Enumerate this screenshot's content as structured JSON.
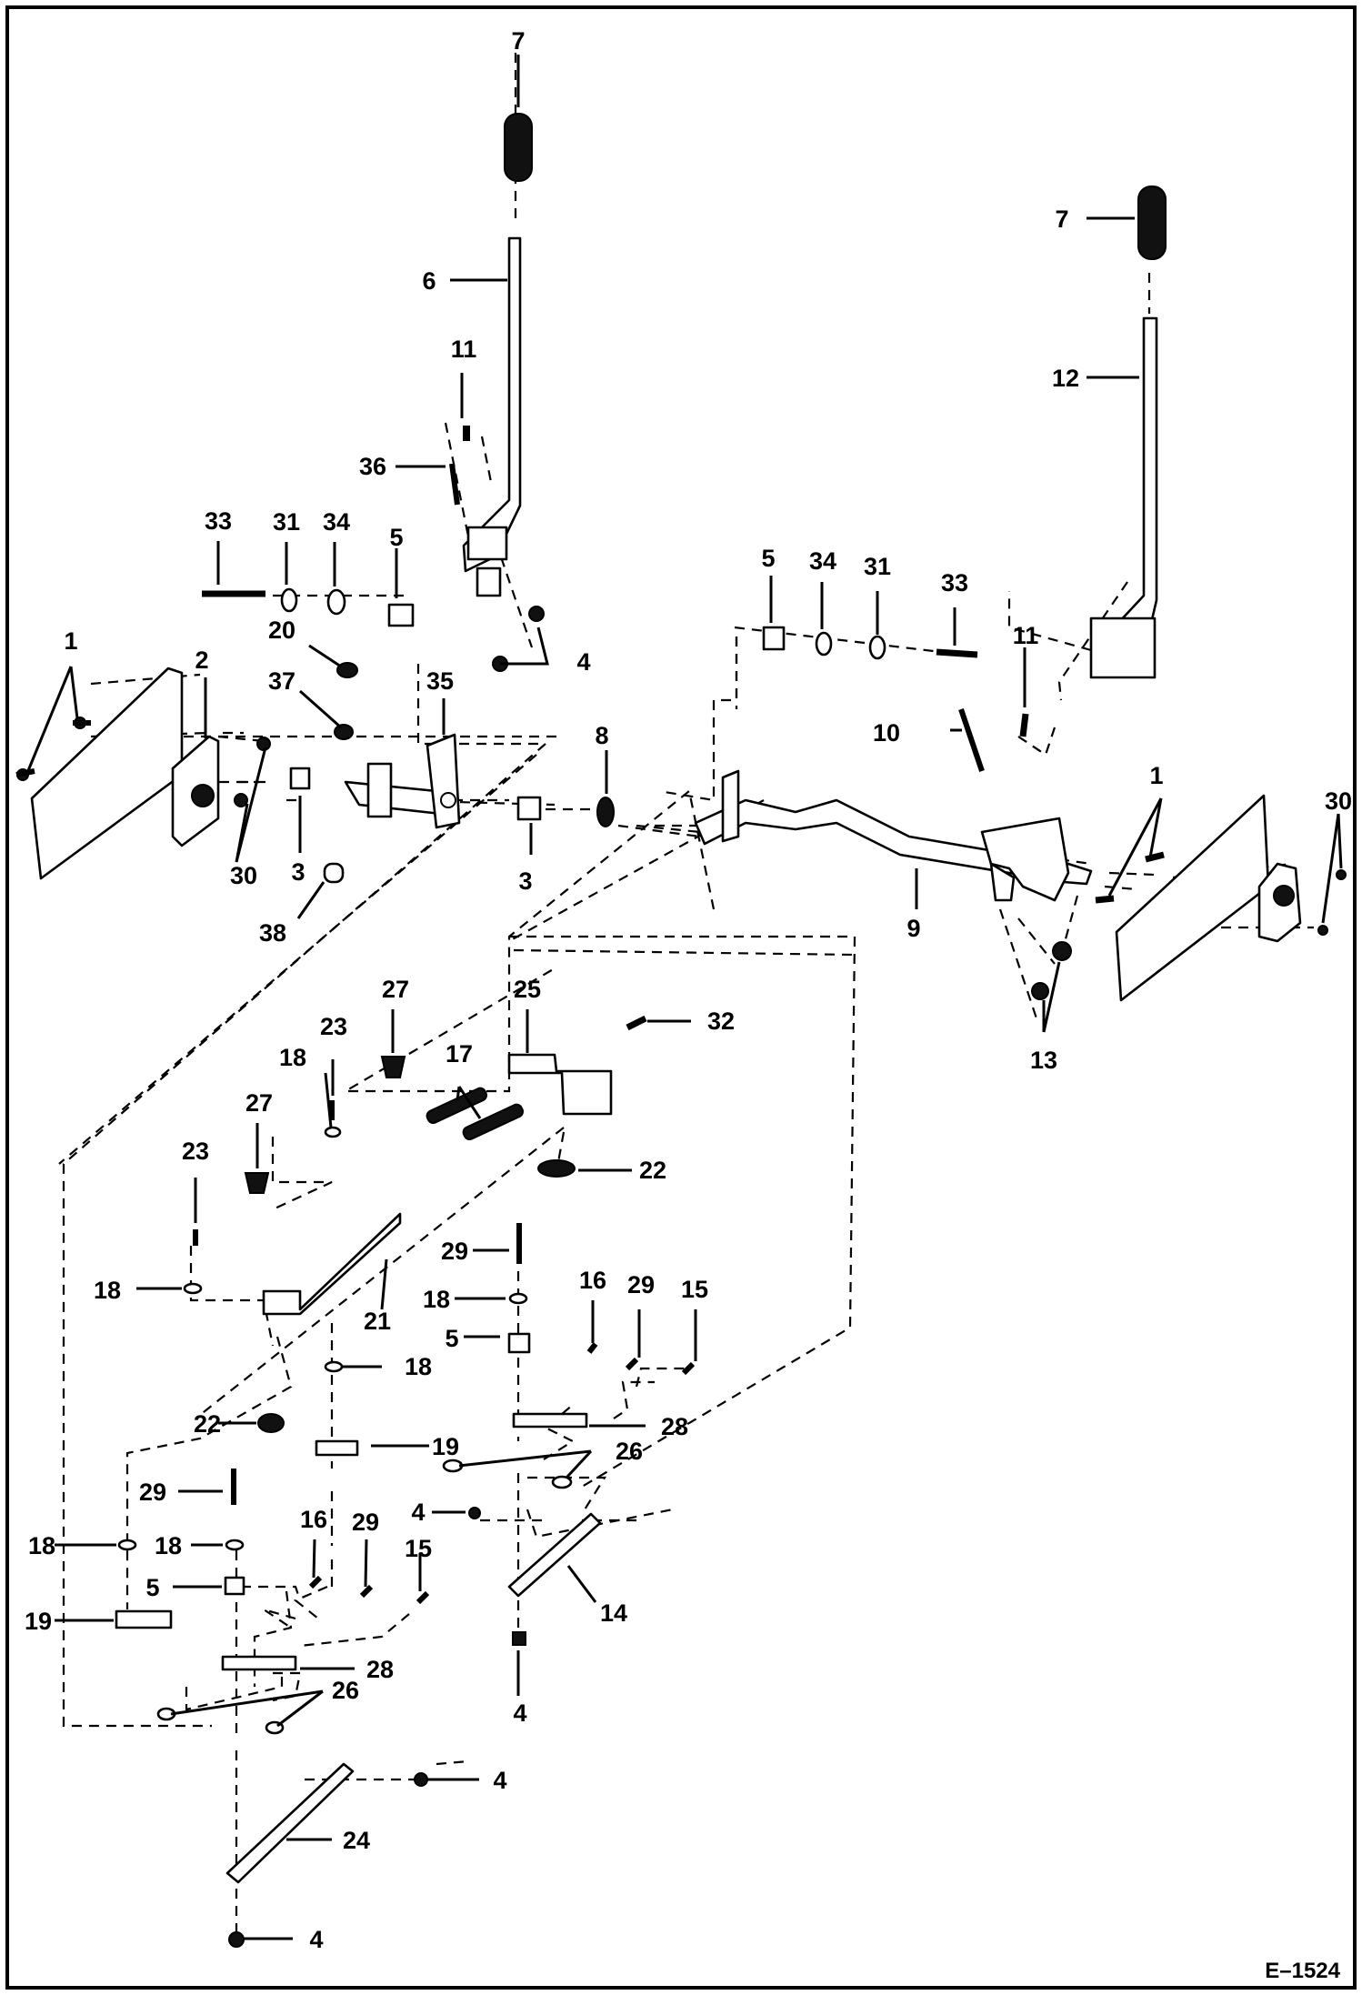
{
  "figure_id": "E–1524",
  "callouts": {
    "c7a": "7",
    "c7b": "7",
    "c6": "6",
    "c12": "12",
    "c11a": "11",
    "c11b": "11",
    "c36": "36",
    "c33a": "33",
    "c31a": "31",
    "c34a": "34",
    "c5a": "5",
    "c5b": "5",
    "c34b": "34",
    "c31b": "31",
    "c33b": "33",
    "c20": "20",
    "c37": "37",
    "c35": "35",
    "c4a": "4",
    "c1a": "1",
    "c2": "2",
    "c8": "8",
    "c10": "10",
    "c1b": "1",
    "c30b": "30",
    "c30a": "30",
    "c3a": "3",
    "c3b": "3",
    "c38": "38",
    "c9": "9",
    "c13": "13",
    "c27a": "27",
    "c25": "25",
    "c32": "32",
    "c23a": "23",
    "c18a": "18",
    "c17": "17",
    "c27b": "27",
    "c22a": "22",
    "c23b": "23",
    "c29a": "29",
    "c18b": "18",
    "c21": "21",
    "c16a": "16",
    "c29b": "29",
    "c15a": "15",
    "c18c": "18",
    "c5c": "5",
    "c18d": "18",
    "c22b": "22",
    "c19a": "19",
    "c28a": "28",
    "c26a": "26",
    "c29c": "29",
    "c4b": "4",
    "c18e": "18",
    "c18f": "18",
    "c16b": "16",
    "c29d": "29",
    "c15b": "15",
    "c14": "14",
    "c5d": "5",
    "c19b": "19",
    "c28b": "28",
    "c4c": "4",
    "c26b": "26",
    "c4d": "4",
    "c24": "24",
    "c4e": "4"
  }
}
